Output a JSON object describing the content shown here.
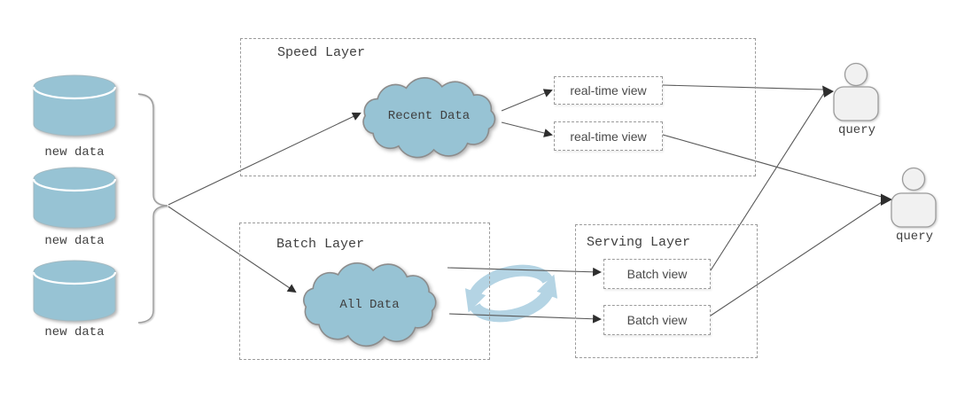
{
  "colors": {
    "bg": "#ffffff",
    "shape_fill": "#97c3d4",
    "shape_stroke": "#8c8c8c",
    "cyl_stroke": "#a3b9c1",
    "dash": "#9b9b9b",
    "line": "#595959",
    "arrow": "#2e2e2e",
    "person_fill": "#f1f1f1",
    "person_stroke": "#9c9c9c",
    "sync": "#a7cde0",
    "text": "#3f3f3f",
    "view_text": "#4a4a4a"
  },
  "sources": [
    {
      "label": "new data"
    },
    {
      "label": "new data"
    },
    {
      "label": "new data"
    }
  ],
  "speed_layer": {
    "label": "Speed Layer",
    "cloud_label": "Recent Data",
    "views": [
      {
        "label": "real-time view"
      },
      {
        "label": "real-time view"
      }
    ]
  },
  "batch_layer": {
    "label": "Batch Layer",
    "cloud_label": "All Data"
  },
  "serving_layer": {
    "label": "Serving Layer",
    "views": [
      {
        "label": "Batch view"
      },
      {
        "label": "Batch view"
      }
    ]
  },
  "consumers": [
    {
      "label": "query"
    },
    {
      "label": "query"
    }
  ],
  "icons": {
    "database": "database-cylinder",
    "cloud": "cloud-shape",
    "sync": "sync-cycle-arrows",
    "user": "person-silhouette"
  }
}
